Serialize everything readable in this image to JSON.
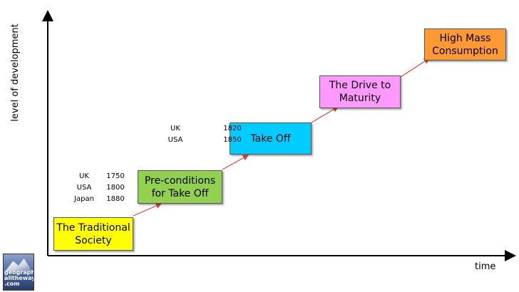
{
  "axes": {
    "x_label": "time",
    "y_label": "level of development"
  },
  "stages": [
    {
      "label": "The Traditional\nSociety",
      "color": "#ffff00"
    },
    {
      "label": "Pre-conditions\nfor Take Off",
      "color": "#92d050"
    },
    {
      "label": "Take Off",
      "color": "#00ccff"
    },
    {
      "label": "The Drive to\nMaturity",
      "color": "#ff99ff"
    },
    {
      "label": "High Mass\nConsumption",
      "color": "#ff9933"
    }
  ],
  "annotations": {
    "preconditions": [
      {
        "country": "UK",
        "year": "1750"
      },
      {
        "country": "USA",
        "year": "1800"
      },
      {
        "country": "Japan",
        "year": "1880"
      }
    ],
    "takeoff": [
      {
        "country": "UK",
        "year": "1820"
      },
      {
        "country": "USA",
        "year": "1850"
      }
    ]
  },
  "logo": {
    "text": "geography\nalltheway\n.com"
  },
  "colors": {
    "arrow": "#e0443c",
    "axis": "#000000"
  }
}
